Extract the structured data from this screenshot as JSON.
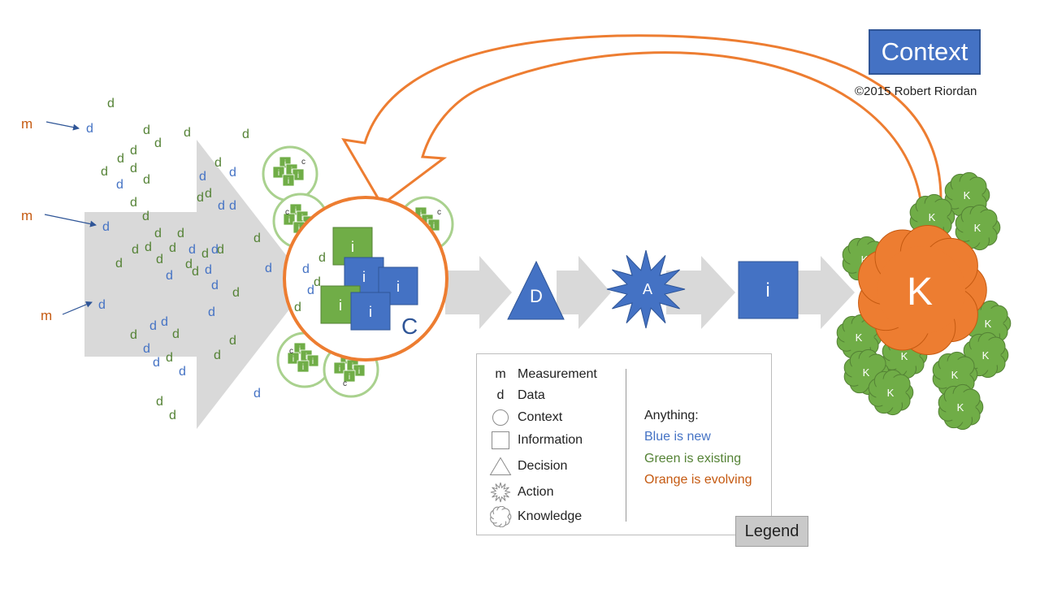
{
  "title": "Context",
  "copyright": "©2015 Robert Riordan",
  "labels": {
    "measurement": "m",
    "data": "d",
    "information": "i",
    "context": "C",
    "context_small": "c",
    "decision": "D",
    "action": "A",
    "knowledge": "K"
  },
  "legend": {
    "tag": "Legend",
    "items": [
      {
        "symbol": "m",
        "label": "Measurement"
      },
      {
        "symbol": "d",
        "label": "Data"
      },
      {
        "symbol": "circle-icon",
        "label": "Context"
      },
      {
        "symbol": "square-icon",
        "label": "Information"
      },
      {
        "symbol": "triangle-icon",
        "label": "Decision"
      },
      {
        "symbol": "starburst-icon",
        "label": "Action"
      },
      {
        "symbol": "cloud-icon",
        "label": "Knowledge"
      }
    ],
    "notes_title": "Anything:",
    "notes": [
      {
        "text": "Blue is new",
        "color": "#4472c4"
      },
      {
        "text": "Green is existing",
        "color": "#548235"
      },
      {
        "text": "Orange is evolving",
        "color": "#c55a11"
      }
    ]
  },
  "colors": {
    "blue": "#4472c4",
    "green": "#70ad47",
    "dark_green": "#548235",
    "orange": "#ed7d31",
    "dark_orange": "#c55a11",
    "gray_arrow": "#d9d9d9"
  }
}
